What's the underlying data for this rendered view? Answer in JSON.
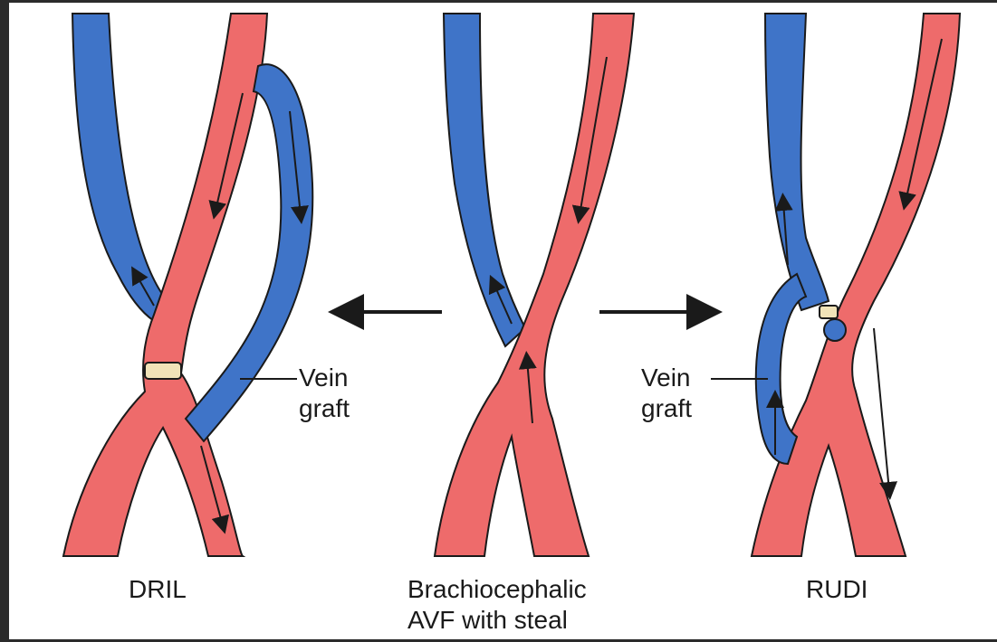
{
  "panels": {
    "left": {
      "title": "DRIL",
      "graft_label_line1": "Vein",
      "graft_label_line2": "graft"
    },
    "center": {
      "title_line1": "Brachiocephalic",
      "title_line2": "AVF with steal"
    },
    "right": {
      "title": "RUDI",
      "graft_label_line1": "Vein",
      "graft_label_line2": "graft"
    }
  },
  "colors": {
    "artery": "#ee6b6b",
    "artery_light": "#f6a3a0",
    "vein": "#3f74c8",
    "vein_light": "#7aa4e0",
    "outline": "#1a1a1a",
    "background": "#ffffff",
    "connector": "#f1e3b8"
  },
  "icons": [
    "left-arrow-icon",
    "right-arrow-icon",
    "flow-arrow-icon"
  ]
}
